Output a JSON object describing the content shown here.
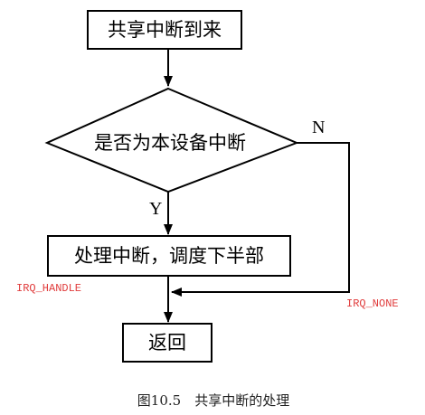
{
  "flowchart": {
    "start_label": "共享中断到来",
    "decision_label": "是否为本设备中断",
    "process_label": "处理中断，调度下半部",
    "end_label": "返回",
    "yes_label": "Y",
    "no_label": "N",
    "irq_handle_label": "IRQ_HANDLE",
    "irq_none_label": "IRQ_NONE"
  },
  "caption": "图10.5　共享中断的处理",
  "colors": {
    "line": "#000000",
    "return_code": "#e03c3c"
  }
}
